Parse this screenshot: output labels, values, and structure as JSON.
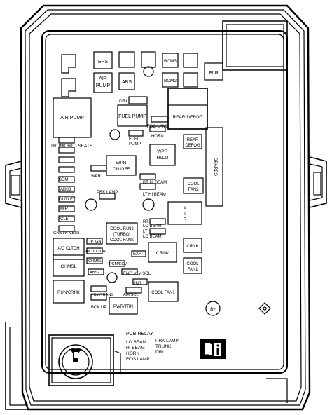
{
  "diagram": {
    "fuses": {
      "eps": "EPS",
      "air_pump_small": [
        "AIR",
        "PUMP"
      ],
      "abs": "ABS",
      "bcm3": "BCM3",
      "bcm2": "BCM2",
      "plr": "PLR",
      "drl": "DRL",
      "air_pump": "AIR PUMP",
      "fuel_pump": "FUEL PUMP",
      "fog_lamp": "FOG LAMP",
      "rear_defog": "REAR DEFOG",
      "fuel_pump_small": [
        "FUEL",
        "PUMP"
      ],
      "horn": "HORN",
      "rear_defog_small": [
        "REAR",
        "DEFOG"
      ],
      "trunk_htd_seats": "TRUNK HTD SEATS",
      "wpr_on_off": [
        "WPR",
        "ON/OFF"
      ],
      "wpr_hi_lo": [
        "WPR",
        "HI/LO"
      ],
      "spares": "SPARES",
      "sdm": "SDM",
      "wpr": "WPR",
      "rt_hi_beam": "RT HI BEAM",
      "lt_hi_beam": "LT HI BEAM",
      "abs3": "ABS3",
      "cool_fan2": [
        "COOL",
        "FAN2"
      ],
      "outlet": "OUTLET",
      "prk_lamp": "PRK LAMP",
      "mir": "MIR",
      "air_sol": "AIR SOL",
      "rt_lo_beam": [
        "RT",
        "LO BEAM"
      ],
      "cle": "CLE",
      "cnstr_vent": "CNSTR VENT",
      "cool_fan2_turbo": [
        "COOL FAN2",
        "(TURBO)",
        "COOL FANS"
      ],
      "lt_lo_beam": [
        "LT",
        "LO BEAM"
      ],
      "ip_ign": "IP IGN",
      "ac_clutch_relay": "A/C CLTCH",
      "ac_clutch_fuse": "A/C CLTCH",
      "exh": "EXH",
      "crnk": "CRNK",
      "crnk_right": "CRNK",
      "chmsl_relay": "CHMSL",
      "chmsl_fuse": "CHMSL",
      "pcm_ecm": "PCM/ECM",
      "cool_fan1_small": [
        "COOL",
        "FAN1"
      ],
      "abs2": "ABS2",
      "eng_vlv_sol": "ENG VLV SOL",
      "inj": "INJ",
      "run_crnk": "RUN/CRNK",
      "tcm_trans": "TCM/TRANS",
      "cool_fan1": "COOL FAN1",
      "bck_up": "BCK UP",
      "pwr_trn": "PWR/TRN",
      "b_plus": "B+"
    },
    "legend": {
      "title": "PCB RELAY",
      "col1": [
        "LO BEAM",
        "HI BEAM",
        "HORN",
        "FOG LAMP"
      ],
      "col2": [
        "PRK LAMP",
        "TRUNK",
        "DRL"
      ]
    }
  }
}
